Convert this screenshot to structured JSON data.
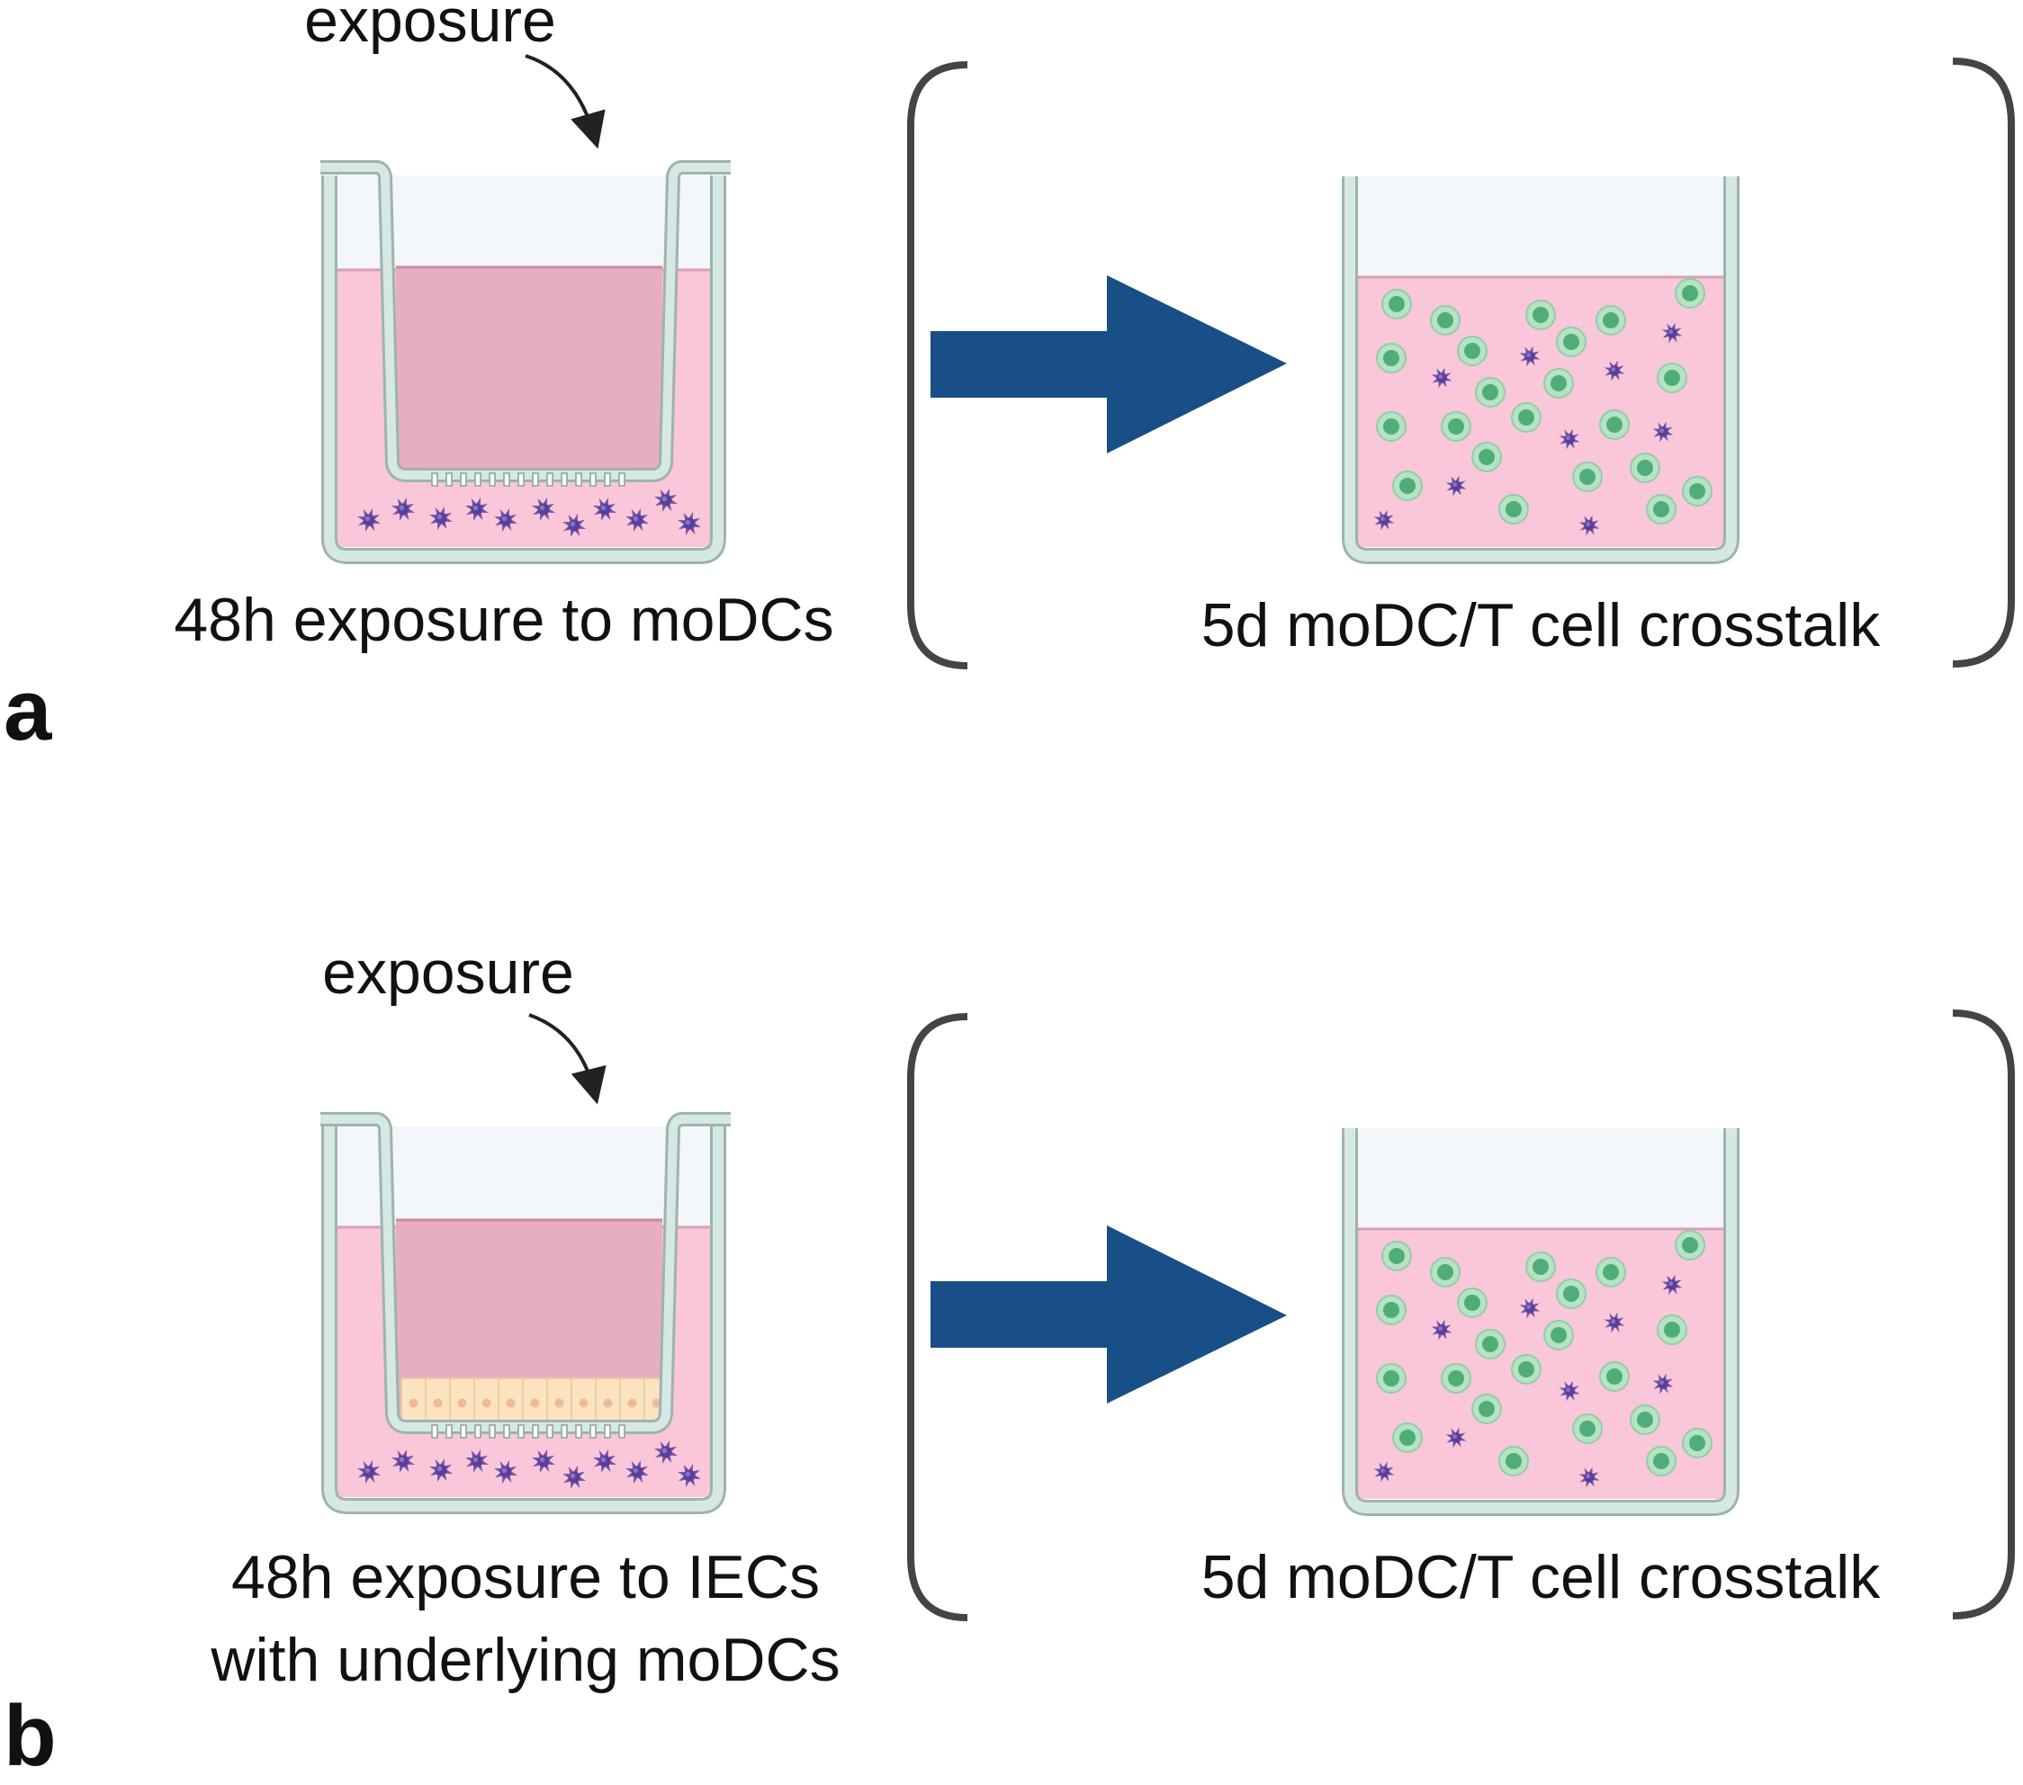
{
  "panels": [
    {
      "label": "a",
      "exposure_label": "exposure",
      "left_caption": [
        "48h exposure to moDCs"
      ],
      "right_caption": "5d moDC/T cell crosstalk",
      "insert_has_iec_layer": false
    },
    {
      "label": "b",
      "exposure_label": "exposure",
      "left_caption": [
        "48h exposure to IECs",
        "with underlying moDCs"
      ],
      "right_caption": "5d moDC/T cell crosstalk",
      "insert_has_iec_layer": true
    }
  ],
  "colors": {
    "well_outline": "#9fb3ae",
    "well_wall": "#d6e8e4",
    "medium": "#f9c6da",
    "insert_medium": "#e6aec0",
    "air": "#f3f6fa",
    "arrow": "#184f86",
    "bracket": "#444444",
    "moDC": "#5a3f9a",
    "t_cell_outer": "#b7e2c4",
    "t_cell_inner": "#4fae78",
    "iec": "#fbe3c1"
  }
}
